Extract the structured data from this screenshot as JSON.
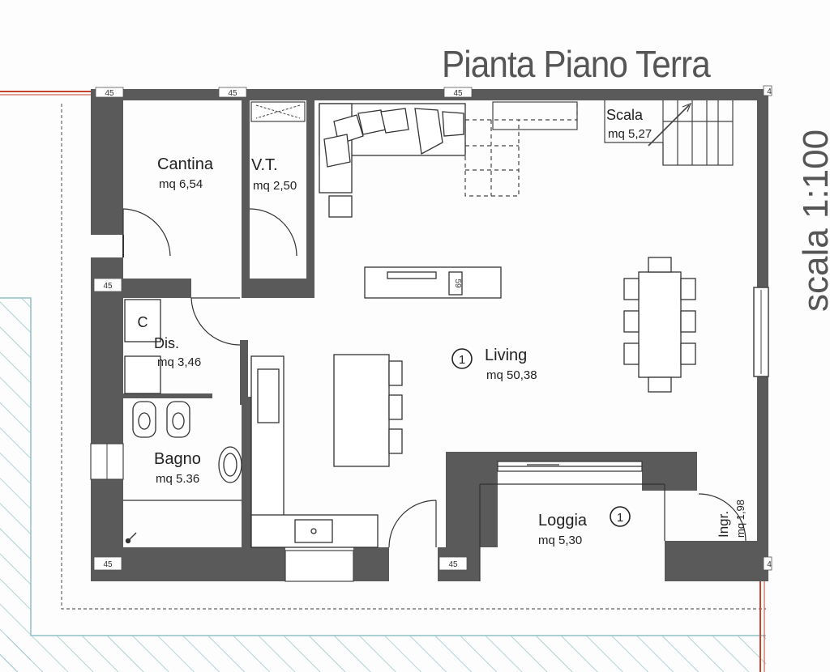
{
  "header": {
    "title": "Pianta Piano Terra",
    "scale": "scala 1:100"
  },
  "rooms": {
    "cantina": {
      "name": "Cantina",
      "area": "mq 6,54"
    },
    "vt": {
      "name": "V.T.",
      "area": "mq 2,50"
    },
    "scala": {
      "name": "Scala",
      "area": "mq 5,27"
    },
    "dis": {
      "name": "Dis.",
      "area": "mq 3,46"
    },
    "bagno": {
      "name": "Bagno",
      "area": "mq 5.36"
    },
    "living": {
      "name": "Living",
      "area": "mq 50,38",
      "marker": "1"
    },
    "loggia": {
      "name": "Loggia",
      "area": "mq 5,30",
      "marker": "1"
    },
    "ingr": {
      "name": "Ingr.",
      "area": "mq 1,98"
    }
  },
  "wall_tags": {
    "t1": "45",
    "t2": "45",
    "t3": "45",
    "t4": "45",
    "t5": "45",
    "t6": "45",
    "t7": "4",
    "t8": "4",
    "hood": "59",
    "cabinet": "C"
  },
  "colors": {
    "wall": "#5a5a5a",
    "line": "#555555",
    "hatch": "#8fc2c6",
    "accent": "#c4452a"
  }
}
